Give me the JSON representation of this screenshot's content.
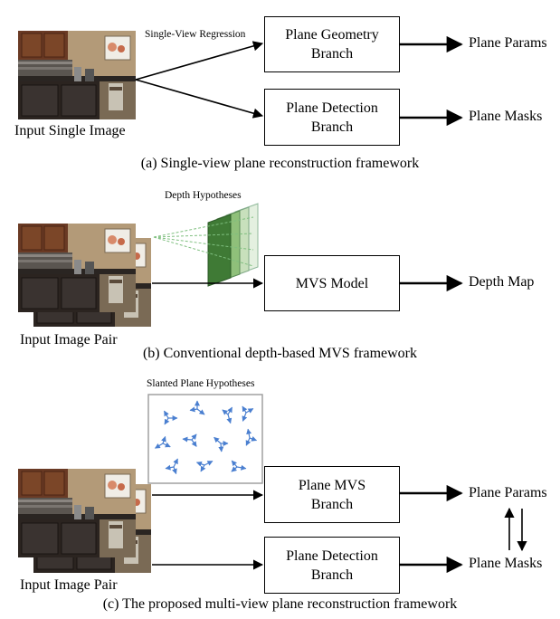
{
  "section_a": {
    "input_label": "Input Single Image",
    "regression_label": "Single-View Regression",
    "geometry_branch": "Plane Geometry\nBranch",
    "detection_branch": "Plane Detection\nBranch",
    "output_params": "Plane Params",
    "output_masks": "Plane Masks",
    "caption": "(a) Single-view plane reconstruction framework"
  },
  "section_b": {
    "hypotheses_label": "Depth Hypotheses",
    "model_box": "MVS Model",
    "output_depth": "Depth Map",
    "input_label": "Input Image Pair",
    "caption": "(b) Conventional depth-based MVS framework"
  },
  "section_c": {
    "hypotheses_label": "Slanted Plane Hypotheses",
    "mvs_branch": "Plane MVS\nBranch",
    "detection_branch": "Plane Detection\nBranch",
    "output_params": "Plane Params",
    "output_masks": "Plane Masks",
    "input_label": "Input Image Pair",
    "caption": "(c) The proposed multi-view plane reconstruction framework"
  }
}
